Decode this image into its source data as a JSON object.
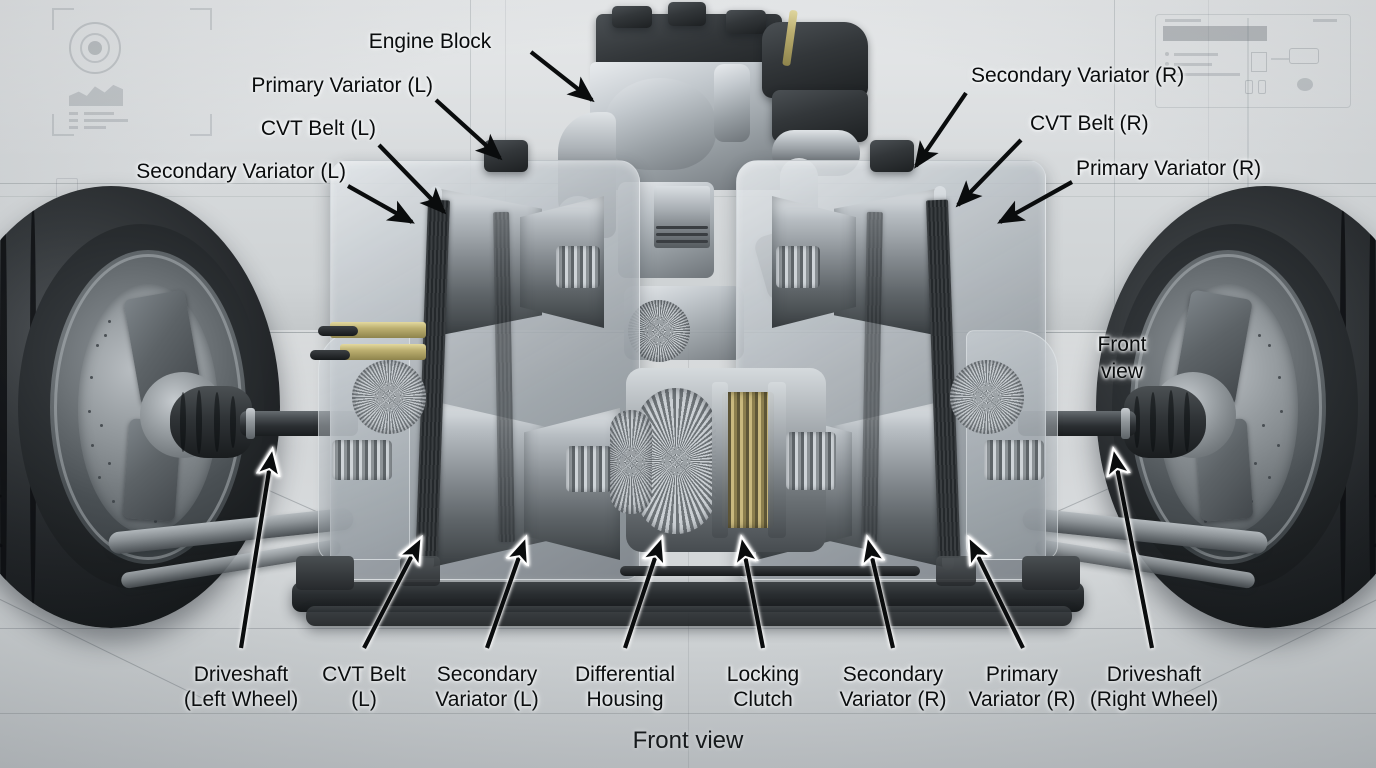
{
  "figure": {
    "subject": "CVT drivetrain cutaway",
    "bottom_caption": "Front view",
    "side_caption_line1": "Front",
    "side_caption_line2": "view"
  },
  "palette": {
    "label_text": "#0a0c0d",
    "label_halo": "#f5f7f8",
    "arrow": "#0a0c0d",
    "arrow_outline": "#ffffff",
    "background_wall": "#d8dbdd",
    "background_floor": "#d2d5d7",
    "metal_light": "#c3c9ce",
    "metal_dark": "#33373a",
    "clutch_friction": "#8c7f4e"
  },
  "callouts_top_left": [
    {
      "id": "primary-variator-l",
      "text": "Primary Variator (L)"
    },
    {
      "id": "cvt-belt-l",
      "text": "CVT Belt (L)"
    },
    {
      "id": "secondary-variator-l",
      "text": "Secondary Variator (L)"
    }
  ],
  "callouts_top_center": [
    {
      "id": "engine-block",
      "text": "Engine Block"
    }
  ],
  "callouts_top_right": [
    {
      "id": "secondary-variator-r",
      "text": "Secondary Variator (R)"
    },
    {
      "id": "cvt-belt-r",
      "text": "CVT Belt (R)"
    },
    {
      "id": "primary-variator-r",
      "text": "Primary Variator (R)"
    }
  ],
  "callouts_bottom": [
    {
      "id": "driveshaft-left",
      "line1": "Driveshaft",
      "line2": "(Left Wheel)"
    },
    {
      "id": "cvt-belt-l-bottom",
      "line1": "CVT Belt",
      "line2": "(L)"
    },
    {
      "id": "secondary-variator-l-bottom",
      "line1": "Secondary",
      "line2": "Variator (L)"
    },
    {
      "id": "differential-housing",
      "line1": "Differential",
      "line2": "Housing"
    },
    {
      "id": "locking-clutch",
      "line1": "Locking",
      "line2": "Clutch"
    },
    {
      "id": "secondary-variator-r-bottom",
      "line1": "Secondary",
      "line2": "Variator (R)"
    },
    {
      "id": "primary-variator-r-bottom",
      "line1": "Primary",
      "line2": "Variator (R)"
    },
    {
      "id": "driveshaft-right",
      "line1": "Driveshaft",
      "line2": "(Right Wheel)"
    }
  ]
}
